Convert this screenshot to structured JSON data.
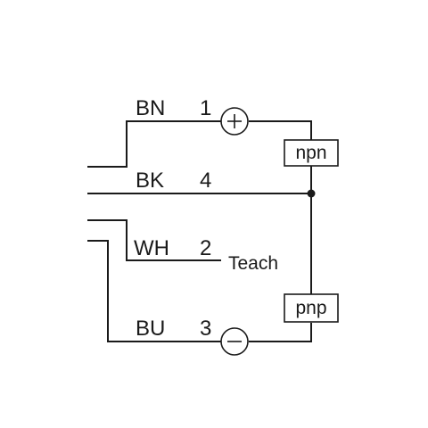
{
  "wires": [
    {
      "color_code": "BN",
      "pin": "1",
      "terminal_symbol": "+"
    },
    {
      "color_code": "BK",
      "pin": "4"
    },
    {
      "color_code": "WH",
      "pin": "2",
      "function": "Teach"
    },
    {
      "color_code": "BU",
      "pin": "3",
      "terminal_symbol": "−"
    }
  ],
  "outputs": {
    "upper": "npn",
    "lower": "pnp"
  },
  "colors": {
    "line": "#1a1a1a",
    "background": "#ffffff"
  }
}
